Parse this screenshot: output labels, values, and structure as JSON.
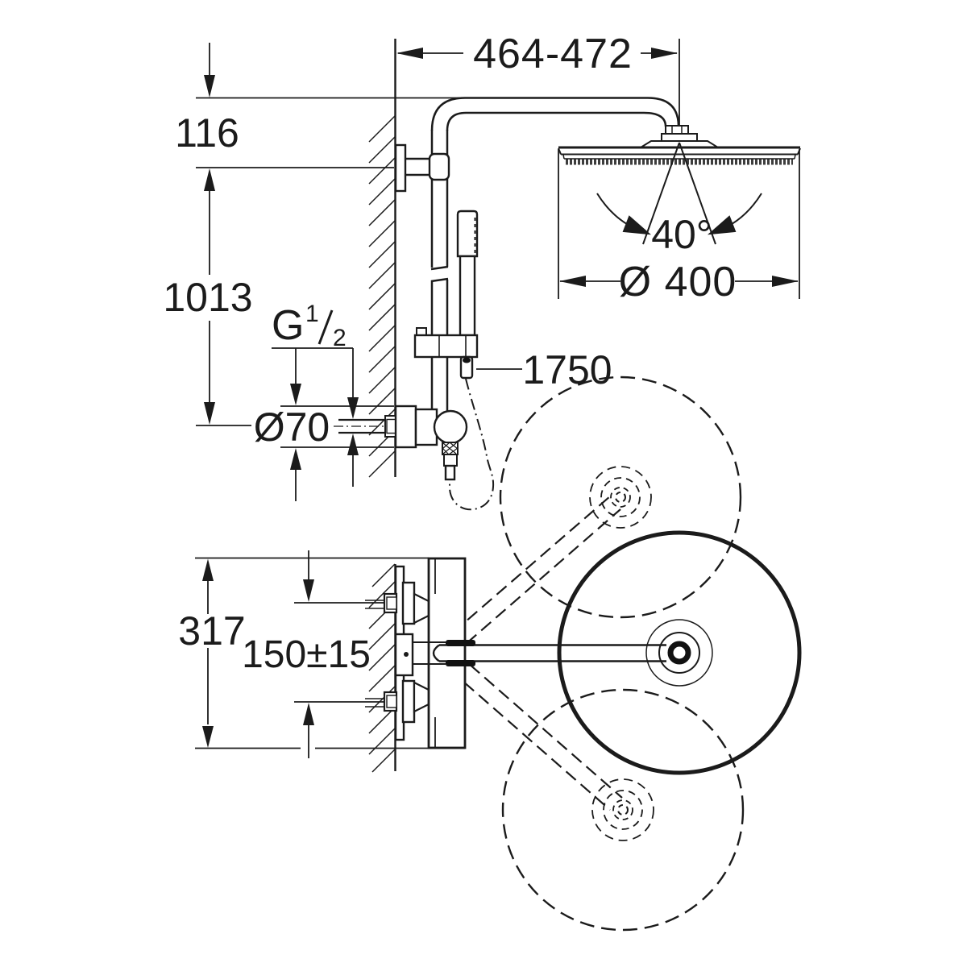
{
  "dimensions": {
    "reach": "464-472",
    "head_drop": "116",
    "riser_height": "1013",
    "thread_prefix": "G",
    "thread_numerator": "1",
    "thread_denominator": "2",
    "escutcheon_diameter": "Ø70",
    "hose_length": "1750",
    "spray_angle": "40°",
    "head_diameter": "Ø 400",
    "valve_height": "317",
    "supply_spacing": "150±15"
  },
  "colors": {
    "line": "#1b1b1b",
    "background": "#ffffff"
  }
}
